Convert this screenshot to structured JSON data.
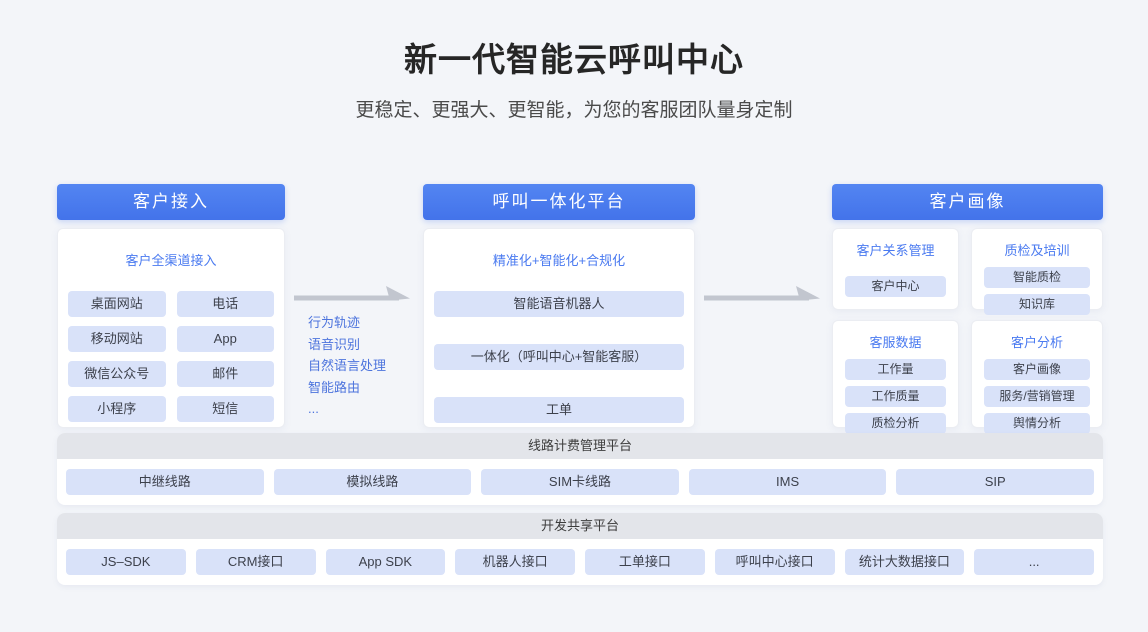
{
  "page": {
    "title": "新一代智能云呼叫中心",
    "subtitle": "更稳定、更强大、更智能，为您的客服团队量身定制"
  },
  "colors": {
    "accent_blue": "#4373ea",
    "chip_blue": "#d9e2f9",
    "link_blue": "#4a7af0",
    "bar_header_gray": "#e3e5ea",
    "arrow_gray": "#c2c6cf",
    "background": "#f3f5f9"
  },
  "columns": {
    "access": {
      "header": "客户接入",
      "card_title": "客户全渠道接入",
      "items": [
        "桌面网站",
        "电话",
        "移动网站",
        "App",
        "微信公众号",
        "邮件",
        "小程序",
        "短信"
      ]
    },
    "platform": {
      "header": "呼叫一体化平台",
      "card_title": "精准化+智能化+合规化",
      "items": [
        "智能语音机器人",
        "一体化（呼叫中心+智能客服）",
        "工单"
      ]
    },
    "portrait": {
      "header": "客户画像",
      "cards": [
        {
          "title": "客户关系管理",
          "items": [
            "客户中心"
          ]
        },
        {
          "title": "质检及培训",
          "items": [
            "智能质检",
            "知识库"
          ]
        },
        {
          "title": "客服数据",
          "items": [
            "工作量",
            "工作质量",
            "质检分析"
          ]
        },
        {
          "title": "客户分析",
          "items": [
            "客户画像",
            "服务/营销管理",
            "舆情分析"
          ]
        }
      ]
    }
  },
  "flow": {
    "items": [
      "行为轨迹",
      "语音识别",
      "自然语言处理",
      "智能路由",
      "..."
    ]
  },
  "bars": [
    {
      "title": "线路计费管理平台",
      "items": [
        "中继线路",
        "模拟线路",
        "SIM卡线路",
        "IMS",
        "SIP"
      ]
    },
    {
      "title": "开发共享平台",
      "items": [
        "JS–SDK",
        "CRM接口",
        "App SDK",
        "机器人接口",
        "工单接口",
        "呼叫中心接口",
        "统计大数据接口",
        "..."
      ]
    }
  ]
}
